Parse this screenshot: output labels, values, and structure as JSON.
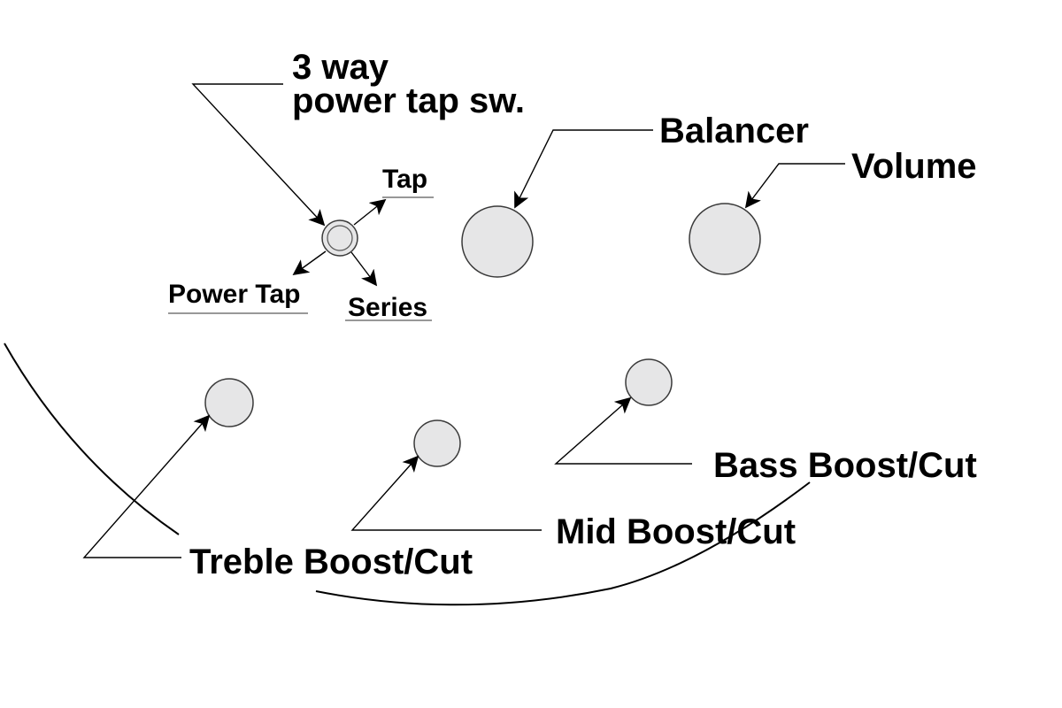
{
  "diagram": {
    "title": "Bass control layout",
    "switch": {
      "name_line1": "3 way",
      "name_line2": "power tap sw.",
      "positions": [
        "Tap",
        "Power Tap",
        "Series"
      ]
    },
    "knobs": [
      {
        "id": "balancer",
        "label": "Balancer"
      },
      {
        "id": "volume",
        "label": "Volume"
      },
      {
        "id": "treble",
        "label": "Treble Boost/Cut"
      },
      {
        "id": "mid",
        "label": "Mid Boost/Cut"
      },
      {
        "id": "bass",
        "label": "Bass Boost/Cut"
      }
    ],
    "colors": {
      "knob_fill": "#e6e6e7",
      "knob_stroke": "#3a3a3a",
      "text": "#000000",
      "background": "#ffffff"
    }
  }
}
